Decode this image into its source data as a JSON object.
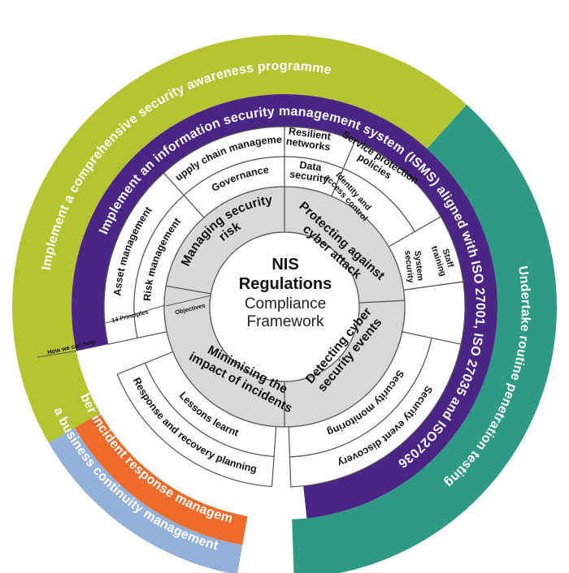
{
  "colors": {
    "awareness": "#b4c531",
    "isms": "#4b2585",
    "penetration": "#2e9a85",
    "incident": "#ef6b2a",
    "continuity": "#93b0d8",
    "objective": "#d8d8d8",
    "line": "#555555"
  },
  "bands": {
    "awareness": "Implement a comprehensive security awareness programme",
    "isms": "Implement an information security management system (ISMS) aligned with ISO 27001, ISO 27035 and ISO27036",
    "penetration": "Undertake routine penetration testing",
    "incident": "Implement a cyber incident response management programme",
    "continuity": "Implement a business continuity management programme"
  },
  "centre": {
    "line1": "NIS",
    "line2": "Regulations",
    "line3": "Compliance",
    "line4": "Framework"
  },
  "legend": {
    "how": "How we can help",
    "principles": "14 Principles",
    "objectives": "Objectives"
  },
  "objectives": {
    "managing": [
      "Managing security",
      "risk"
    ],
    "protecting": [
      "Protecting against",
      "cyber attack"
    ],
    "detecting": [
      "Detecting cyber",
      "security events"
    ],
    "minimising": [
      "Minimising the",
      "impact of incidents"
    ]
  },
  "principles": {
    "asset": "Asset management",
    "risk": "Risk management",
    "supply": "Supply chain management",
    "governance": "Governance",
    "resilient": [
      "Resilient",
      "networks"
    ],
    "service": [
      "Service protection",
      "policies"
    ],
    "data": [
      "Data",
      "security"
    ],
    "identity": [
      "Identity and",
      "access control"
    ],
    "staff": [
      "Staff",
      "training"
    ],
    "system": [
      "System",
      "security"
    ],
    "monitoring": "Security monitoring",
    "discovery": "Security event discovery",
    "lessons": "Lessons learnt",
    "response": "Response and recovery planning"
  }
}
